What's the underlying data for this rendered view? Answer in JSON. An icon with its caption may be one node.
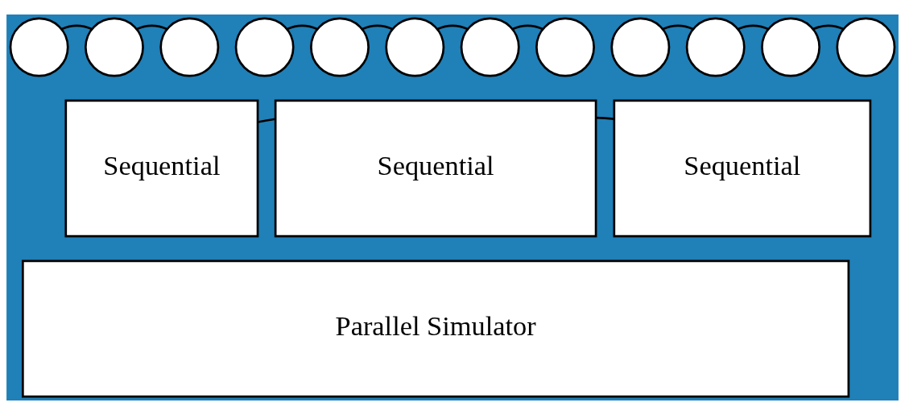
{
  "diagram": {
    "nodes": [
      {
        "text": [],
        "shape": "circle"
      },
      {
        "text": [],
        "shape": "circle"
      },
      {
        "text": [],
        "shape": "circle"
      },
      {
        "text": [],
        "shape": "circle"
      },
      {
        "text": [],
        "shape": "circle"
      },
      {
        "text": [],
        "shape": "circle"
      },
      {
        "text": [],
        "shape": "circle"
      },
      {
        "text": [],
        "shape": "circle"
      },
      {
        "text": [],
        "shape": "circle"
      },
      {
        "text": [],
        "shape": "circle"
      },
      {
        "text": [],
        "shape": "circle"
      },
      {
        "text": [],
        "shape": "circle"
      },
      {
        "text": [
          "Sequential"
        ]
      },
      {
        "text": [
          "Sequential"
        ]
      },
      {
        "text": [
          "Sequential"
        ]
      },
      {
        "text": [
          "Parallel Simulator"
        ]
      }
    ],
    "edges": [
      {
        "from": 0,
        "to": 1,
        "arrow": "none"
      },
      {
        "from": 1,
        "to": 2,
        "arrow": "none"
      },
      {
        "from": 3,
        "to": 4,
        "arrow": "none"
      },
      {
        "from": 4,
        "to": 5,
        "arrow": "none"
      },
      {
        "from": 5,
        "to": 6,
        "arrow": "none"
      },
      {
        "from": 6,
        "to": 7,
        "arrow": "none"
      },
      {
        "from": 8,
        "to": 9,
        "arrow": "none"
      },
      {
        "from": 9,
        "to": 10,
        "arrow": "none"
      },
      {
        "from": 10,
        "to": 11,
        "arrow": "none"
      },
      {
        "from": 12,
        "to": 13,
        "arrow": "none"
      },
      {
        "from": 13,
        "to": 14,
        "arrow": "none"
      }
    ]
  }
}
